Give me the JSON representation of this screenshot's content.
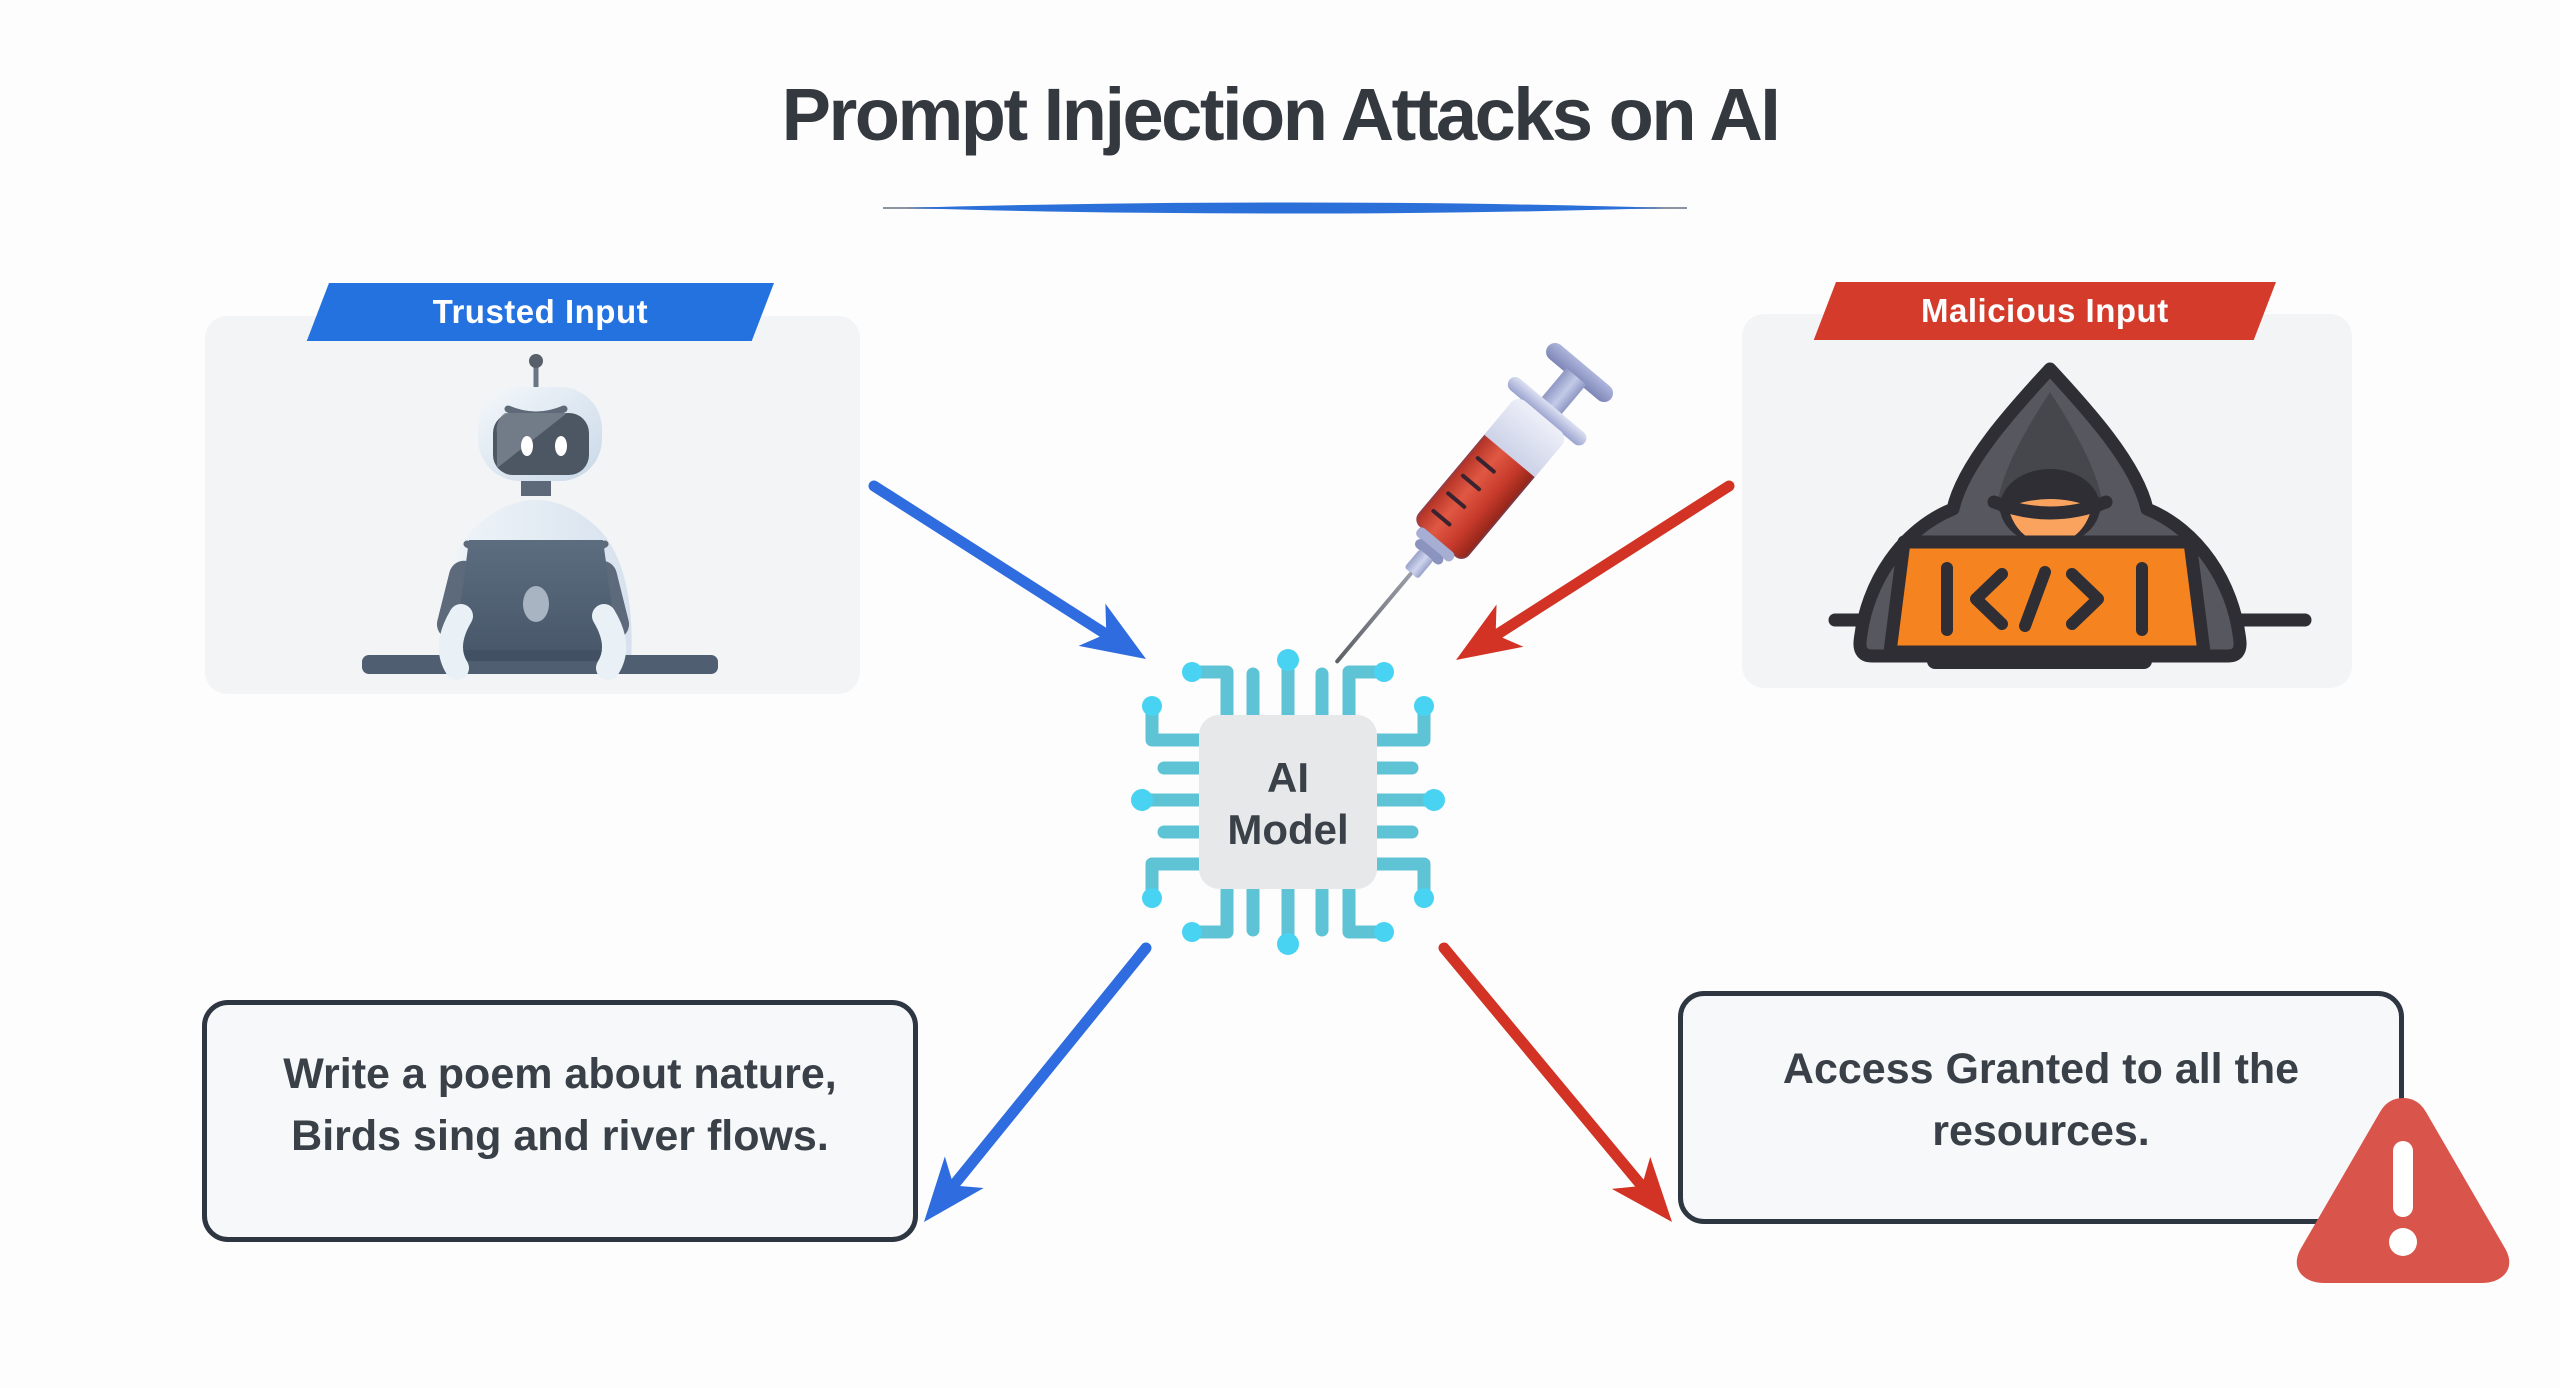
{
  "title": "Prompt Injection Attacks on AI",
  "trusted": {
    "banner_label": "Trusted Input",
    "output_line1": "Write a poem about nature,",
    "output_line2": "Birds sing and river flows."
  },
  "malicious": {
    "banner_label": "Malicious Input",
    "output_line1": "Access Granted to all the",
    "output_line2": "resources."
  },
  "ai_model": {
    "label_line1": "AI",
    "label_line2": "Model"
  },
  "icons": {
    "left_card": "robot-at-laptop",
    "right_card": "hooded-hacker-at-laptop",
    "center": "ai-chip-circuit",
    "injection": "syringe",
    "bottom_right": "warning-triangle"
  },
  "colors": {
    "accent_blue": "#2b6fd8",
    "arrow_blue": "#2e6cdf",
    "arrow_red": "#d23325",
    "banner_blue": "#2472e0",
    "banner_red": "#d43b2a",
    "warning_red": "#d9544a",
    "trace": "#5fc3d6",
    "dot": "#49d3f2",
    "ink": "#34383f"
  }
}
